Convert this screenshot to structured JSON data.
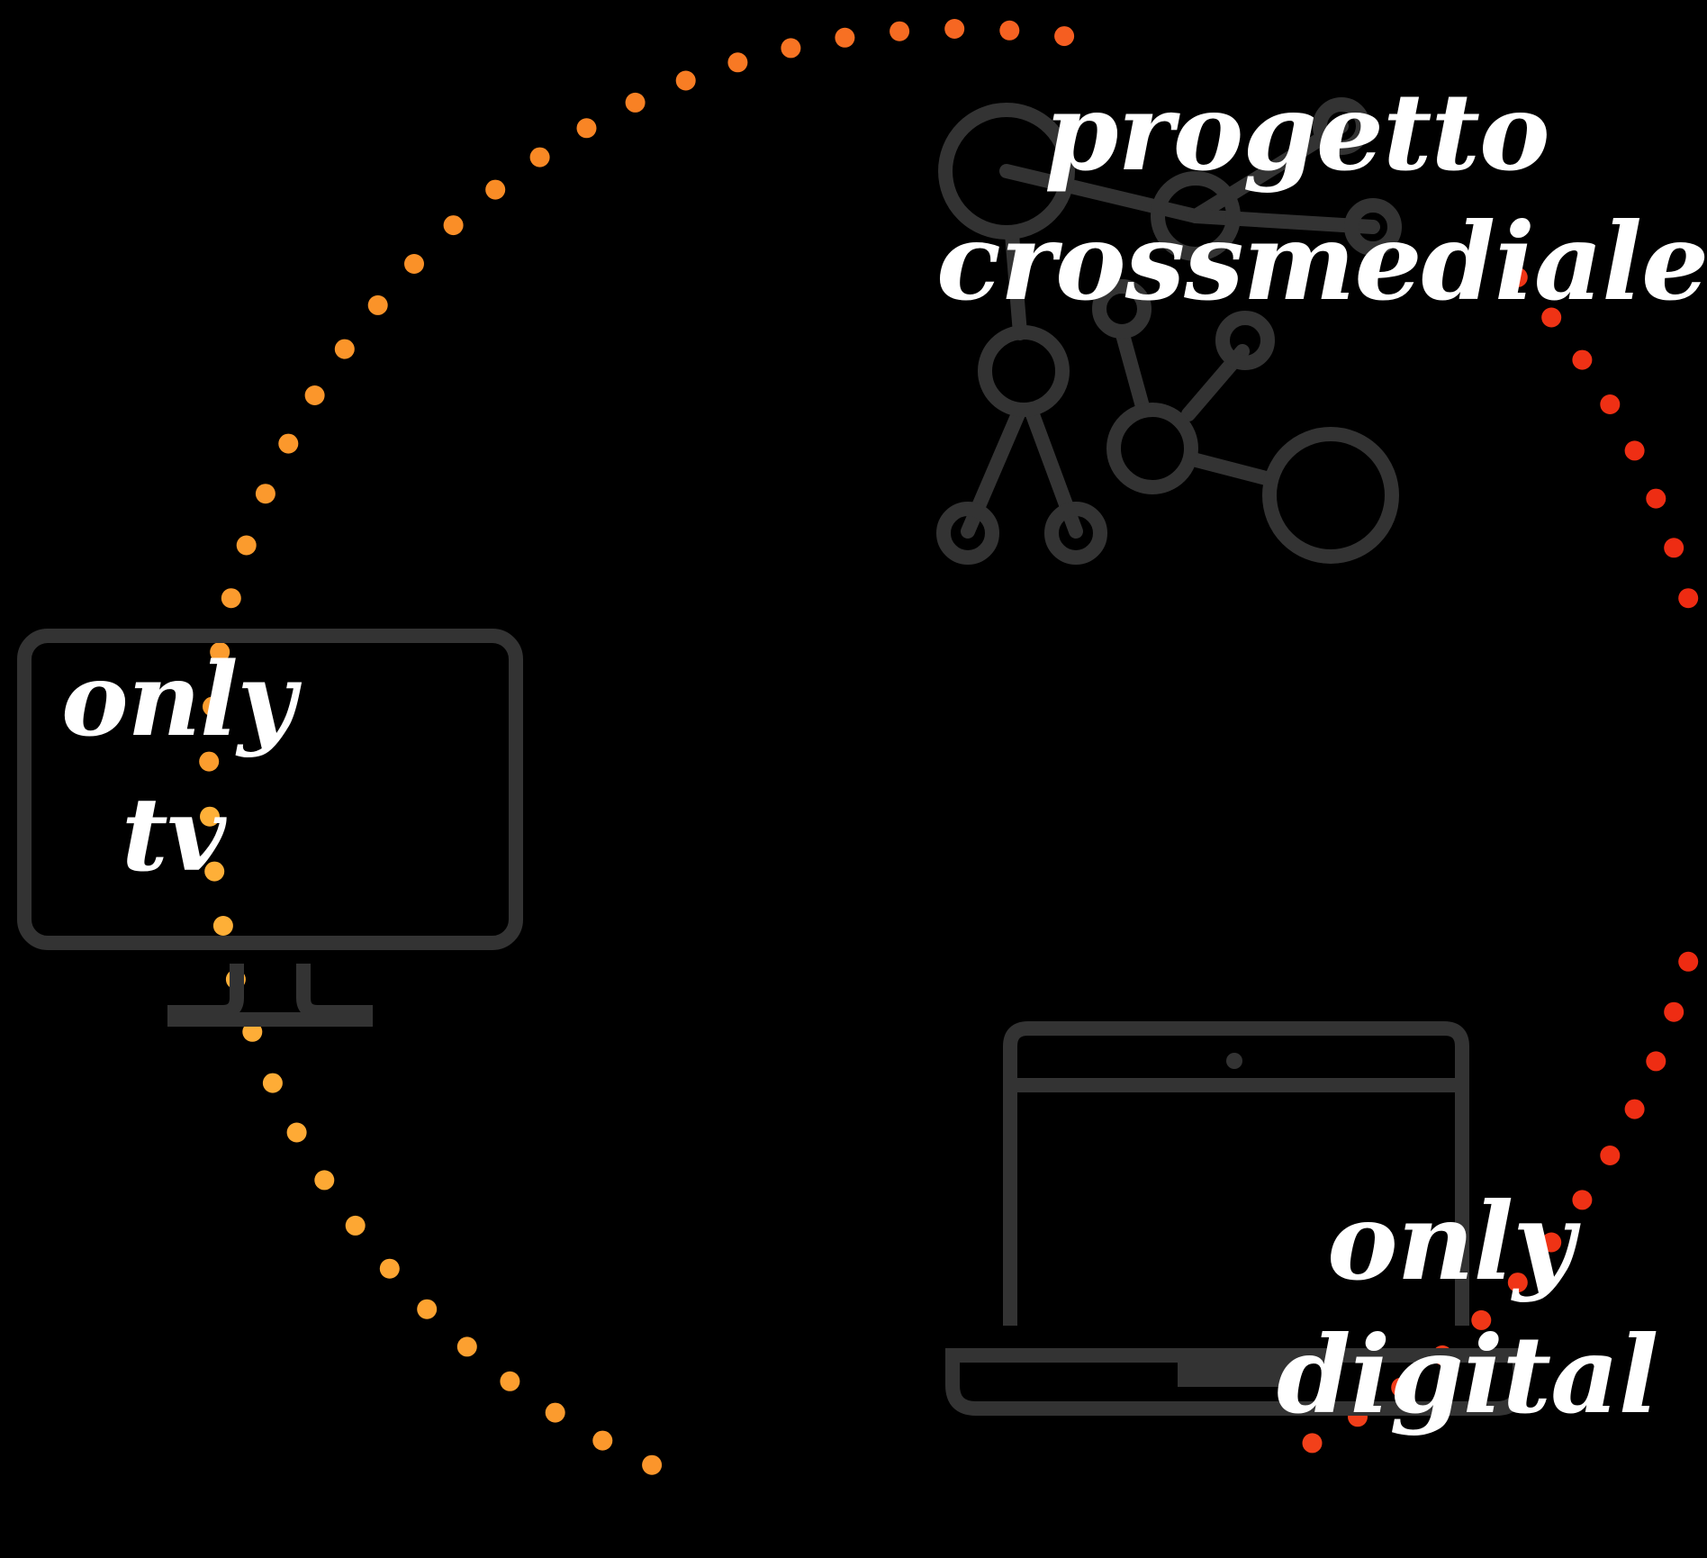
{
  "labels": {
    "crossmedia_line1": "progetto",
    "crossmedia_line2": "crossmediale",
    "tv_line1": "only",
    "tv_line2": "tv",
    "digital_line1": "only",
    "digital_line2": "digital"
  },
  "colors": {
    "background": "#000000",
    "icon_stroke": "#333333",
    "text": "#ffffff",
    "dots_gradient": [
      "#FFB43A",
      "#F98A25",
      "#F45020",
      "#EE2A12"
    ]
  },
  "icons": {
    "network": "network-nodes-icon",
    "tv": "tv-monitor-icon",
    "laptop": "laptop-icon"
  }
}
